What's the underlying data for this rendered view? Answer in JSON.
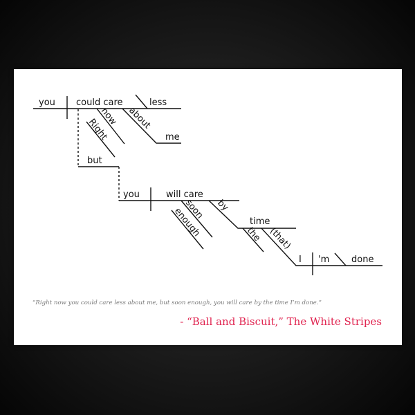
{
  "diagram": {
    "clause1": {
      "subject": "you",
      "verb": "could care",
      "object": "less",
      "modifiers": [
        "now",
        "Right"
      ],
      "preposition": "about",
      "prep_object": "me"
    },
    "conjunction": "but",
    "clause2": {
      "subject": "you",
      "verb": "will care",
      "modifiers": [
        "soon",
        "enough"
      ],
      "preposition": "by",
      "prep_object": "time",
      "article": "the",
      "relative": "(that)",
      "sub_subject": "I",
      "sub_verb": "'m",
      "sub_complement": "done"
    }
  },
  "quote": "“Right now you could care less about me, but soon enough, you will care by the time I’m done.”",
  "attribution": "- “Ball and Biscuit,” The White Stripes",
  "colors": {
    "attribution": "#e0234f",
    "quote": "#777777",
    "ink": "#111111"
  }
}
